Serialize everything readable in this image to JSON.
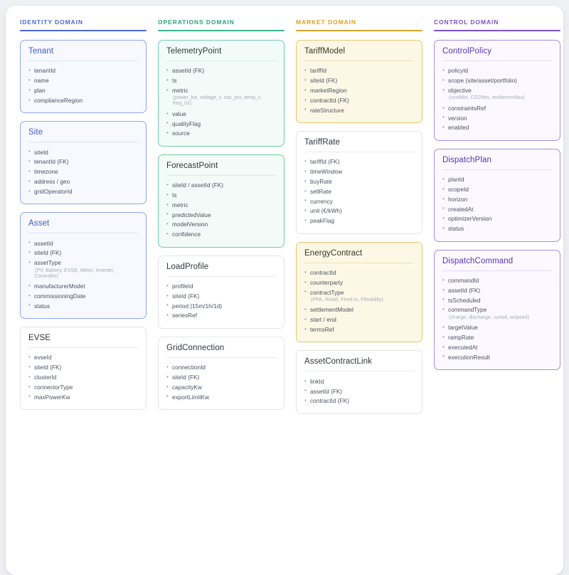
{
  "canvas": {
    "background": "#f0f1f4",
    "surface": "#ffffff"
  },
  "columns": [
    {
      "key": "identity",
      "title": "IDENTITY DOMAIN",
      "color": "#4b68d4",
      "entities": [
        {
          "name": "Tenant",
          "accent": true,
          "fields": [
            {
              "text": "tenantId"
            },
            {
              "text": "name"
            },
            {
              "text": "plan"
            },
            {
              "text": "complianceRegion"
            }
          ]
        },
        {
          "name": "Site",
          "accent": true,
          "fields": [
            {
              "text": "siteId"
            },
            {
              "text": "tenantId (FK)"
            },
            {
              "text": "timezone"
            },
            {
              "text": "address / geo"
            },
            {
              "text": "gridOperatorId"
            }
          ]
        },
        {
          "name": "Asset",
          "accent": true,
          "fields": [
            {
              "text": "assetId"
            },
            {
              "text": "siteId (FK)"
            },
            {
              "text": "assetType"
            },
            {
              "note": "(PV, Battery, EVSE, Meter, Inverter, Controller)"
            },
            {
              "text": "manufacturerModel"
            },
            {
              "text": "commissioningDate"
            },
            {
              "text": "status"
            }
          ]
        },
        {
          "name": "EVSE",
          "accent": false,
          "fields": [
            {
              "text": "evseId"
            },
            {
              "text": "siteId (FK)"
            },
            {
              "text": "clusterId"
            },
            {
              "text": "connectorType"
            },
            {
              "text": "maxPowerKw"
            }
          ]
        }
      ]
    },
    {
      "key": "operations",
      "title": "OPERATIONS DOMAIN",
      "color": "#3cb48a",
      "entities": [
        {
          "name": "TelemetryPoint",
          "accent": true,
          "fields": [
            {
              "text": "assetId (FK)"
            },
            {
              "text": "ts"
            },
            {
              "text": "metric"
            },
            {
              "note": "(power_kw, voltage_v, soc_pct, temp_c, freq_hz)"
            },
            {
              "text": "value"
            },
            {
              "text": "qualityFlag"
            },
            {
              "text": "source"
            }
          ]
        },
        {
          "name": "ForecastPoint",
          "accent": true,
          "fields": [
            {
              "text": "siteId / assetId (FK)"
            },
            {
              "text": "ts"
            },
            {
              "text": "metric"
            },
            {
              "text": "predictedValue"
            },
            {
              "text": "modelVersion"
            },
            {
              "text": "confidence"
            }
          ]
        },
        {
          "name": "LoadProfile",
          "accent": false,
          "fields": [
            {
              "text": "profileId"
            },
            {
              "text": "siteId (FK)"
            },
            {
              "text": "period (15m/1h/1d)"
            },
            {
              "text": "seriesRef"
            }
          ]
        },
        {
          "name": "GridConnection",
          "accent": false,
          "fields": [
            {
              "text": "connectionId"
            },
            {
              "text": "siteId (FK)"
            },
            {
              "text": "capacityKw"
            },
            {
              "text": "exportLimitKw"
            }
          ]
        }
      ]
    },
    {
      "key": "market",
      "title": "MARKET DOMAIN",
      "color": "#d9a42a",
      "entities": [
        {
          "name": "TariffModel",
          "accent": true,
          "fields": [
            {
              "text": "tariffId"
            },
            {
              "text": "siteId (FK)"
            },
            {
              "text": "marketRegion"
            },
            {
              "text": "contractId (FK)"
            },
            {
              "text": "rateStructure"
            }
          ]
        },
        {
          "name": "TariffRate",
          "accent": false,
          "fields": [
            {
              "text": "tariffId (FK)"
            },
            {
              "text": "timeWindow"
            },
            {
              "text": "buyRate"
            },
            {
              "text": "sellRate"
            },
            {
              "text": "currency"
            },
            {
              "text": "unit (€/kWh)"
            },
            {
              "text": "peakFlag"
            }
          ]
        },
        {
          "name": "EnergyContract",
          "accent": true,
          "fields": [
            {
              "text": "contractId"
            },
            {
              "text": "counterparty"
            },
            {
              "text": "contractType"
            },
            {
              "note": "(PPA, Retail, Feed-in, Flexibility)"
            },
            {
              "text": "settlementModel"
            },
            {
              "text": "start / end"
            },
            {
              "text": "termsRef"
            }
          ]
        },
        {
          "name": "AssetContractLink",
          "accent": false,
          "fields": [
            {
              "text": "linkId"
            },
            {
              "text": "assetId (FK)"
            },
            {
              "text": "contractId (FK)"
            }
          ]
        }
      ]
    },
    {
      "key": "control",
      "title": "CONTROL DOMAIN",
      "color": "#7b4fd4",
      "entities": [
        {
          "name": "ControlPolicy",
          "accent": true,
          "fields": [
            {
              "text": "policyId"
            },
            {
              "text": "scope (site/asset/portfolio)"
            },
            {
              "text": "objective"
            },
            {
              "note": "(costMin, CO2Min, resilienceMax)"
            },
            {
              "text": "constraintsRef"
            },
            {
              "text": "version"
            },
            {
              "text": "enabled"
            }
          ]
        },
        {
          "name": "DispatchPlan",
          "accent": true,
          "fields": [
            {
              "text": "planId"
            },
            {
              "text": "scopeId"
            },
            {
              "text": "horizon"
            },
            {
              "text": "createdAt"
            },
            {
              "text": "optimizerVersion"
            },
            {
              "text": "status"
            }
          ]
        },
        {
          "name": "DispatchCommand",
          "accent": true,
          "fields": [
            {
              "text": "commandId"
            },
            {
              "text": "assetId (FK)"
            },
            {
              "text": "tsScheduled"
            },
            {
              "text": "commandType"
            },
            {
              "note": "(charge, discharge, curtail, setpoint)"
            },
            {
              "text": "targetValue"
            },
            {
              "text": "rampRate"
            },
            {
              "text": "executedAt"
            },
            {
              "text": "executionResult"
            }
          ]
        }
      ]
    }
  ]
}
